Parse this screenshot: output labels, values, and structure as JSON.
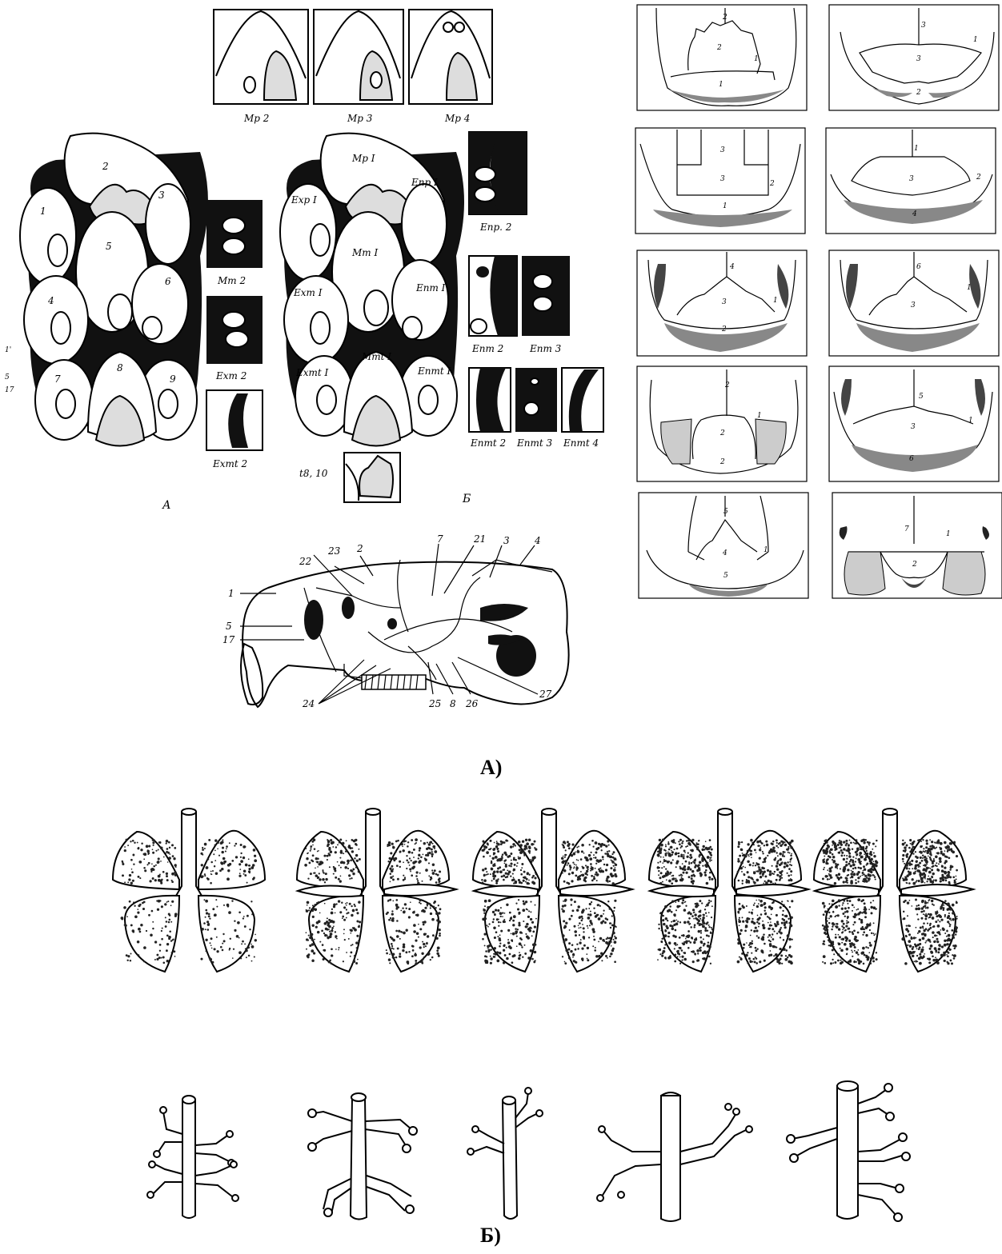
{
  "figure_a": {
    "panel_caption": "А)",
    "molar_diagram": {
      "sub_label_left": "А",
      "sub_label_right": "Б",
      "cusp_numbers": [
        "1",
        "2",
        "3",
        "4",
        "5",
        "6",
        "7",
        "8",
        "9"
      ],
      "cusp_names": [
        "Mp I",
        "Exp I",
        "Enp I",
        "Mm I",
        "Exm I",
        "Enm I",
        "Mmt I",
        "Exmt I",
        "Enmt I"
      ],
      "top_insets": [
        "Mp 2",
        "Mp 3",
        "Mp 4"
      ],
      "side_insets": [
        "Mm 2",
        "Exm 2",
        "Exmt 2"
      ],
      "right_insets": [
        "Enp. 2",
        "Enm 2",
        "Enm 3",
        "Enmt 2",
        "Enmt 3",
        "Enmt 4"
      ],
      "bottom_inset": "t8, 10",
      "margin_marks": [
        "1'",
        "5",
        "17"
      ]
    },
    "skull": {
      "labels": [
        "1",
        "2",
        "3",
        "4",
        "5",
        "7",
        "8",
        "17",
        "21",
        "22",
        "23",
        "24",
        "25",
        "26",
        "27"
      ]
    },
    "occipital_grid": {
      "cells": [
        {
          "numbers": [
            "2",
            "2",
            "1",
            "1"
          ]
        },
        {
          "numbers": [
            "3",
            "3",
            "1",
            "2"
          ]
        },
        {
          "numbers": [
            "3",
            "3",
            "2",
            "1"
          ]
        },
        {
          "numbers": [
            "1",
            "3",
            "2",
            "4"
          ]
        },
        {
          "numbers": [
            "4",
            "3",
            "1",
            "2"
          ]
        },
        {
          "numbers": [
            "6",
            "3",
            "1"
          ]
        },
        {
          "numbers": [
            "2",
            "2",
            "1",
            "2"
          ]
        },
        {
          "numbers": [
            "5",
            "3",
            "1",
            "6"
          ]
        },
        {
          "numbers": [
            "5",
            "4",
            "1",
            "5"
          ]
        },
        {
          "numbers": [
            "7",
            "1",
            "2"
          ]
        }
      ]
    }
  },
  "figure_b": {
    "panel_caption": "Б)",
    "lung_count": 5,
    "bronchi_count": 5
  }
}
